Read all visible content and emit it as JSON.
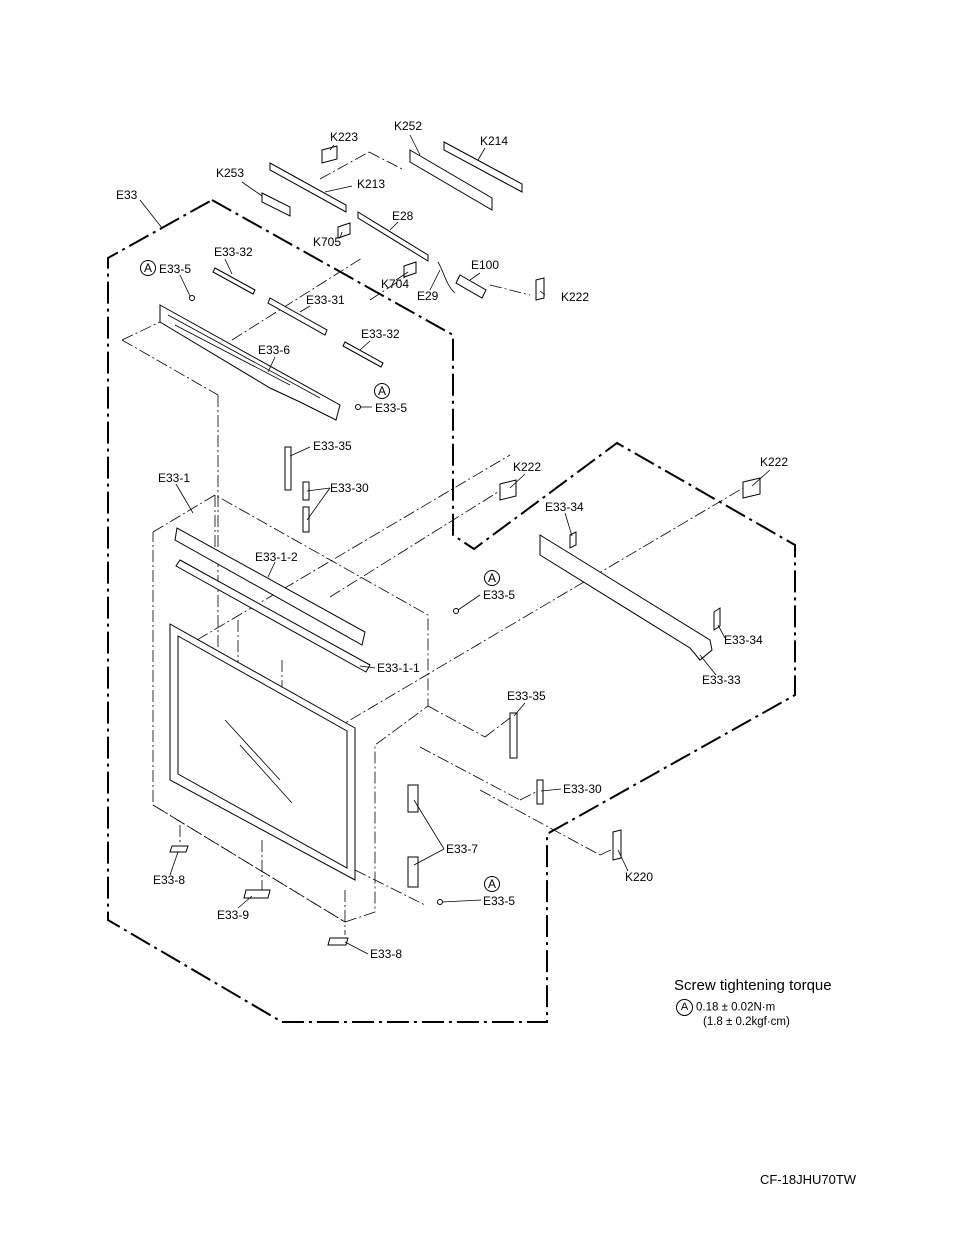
{
  "labels": {
    "k223": "K223",
    "k252": "K252",
    "k214": "K214",
    "k253": "K253",
    "k213": "K213",
    "e33": "E33",
    "e28": "E28",
    "k705": "K705",
    "e33_32_a": "E33-32",
    "e33_5_a": "E33-5",
    "k704": "K704",
    "e100": "E100",
    "e29": "E29",
    "k222_a": "K222",
    "e33_31": "E33-31",
    "e33_32_b": "E33-32",
    "e33_6": "E33-6",
    "e33_5_b": "E33-5",
    "e33_35_a": "E33-35",
    "k222_b": "K222",
    "k222_c": "K222",
    "e33_1": "E33-1",
    "e33_30_a": "E33-30",
    "e33_34_a": "E33-34",
    "e33_1_2": "E33-1-2",
    "e33_5_c": "E33-5",
    "e33_34_b": "E33-34",
    "e33_1_1": "E33-1-1",
    "e33_33": "E33-33",
    "e33_35_b": "E33-35",
    "e33_30_b": "E33-30",
    "e33_7": "E33-7",
    "k220": "K220",
    "e33_8_a": "E33-8",
    "e33_5_d": "E33-5",
    "e33_9": "E33-9",
    "e33_8_b": "E33-8"
  },
  "markers": {
    "screw_symbol": "A"
  },
  "note": {
    "title": "Screw tightening torque",
    "symbol": "A",
    "line1": "0.18 ± 0.02N·m",
    "line2": "(1.8 ± 0.2kgf·cm)"
  },
  "model_number": "CF-18JHU70TW"
}
